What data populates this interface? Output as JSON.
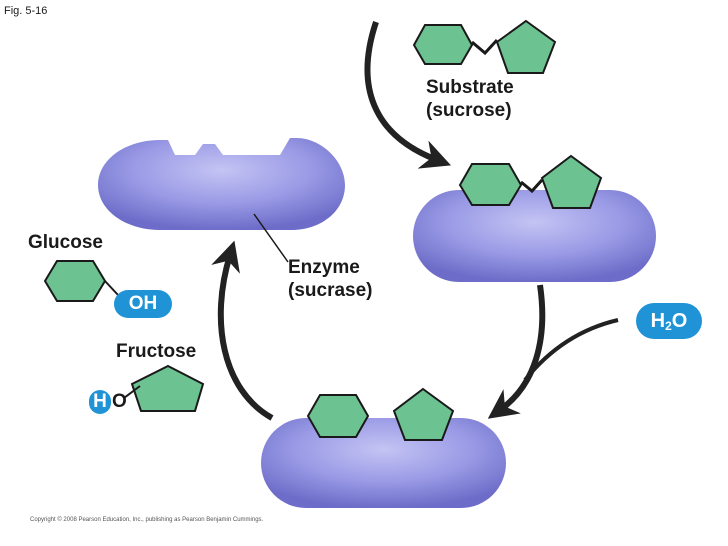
{
  "figure_label": "Fig. 5-16",
  "substrate": {
    "line1": "Substrate",
    "line2": "(sucrose)"
  },
  "enzyme": {
    "line1": "Enzyme",
    "line2": "(sucrase)"
  },
  "glucose_label": "Glucose",
  "fructose_label": "Fructose",
  "oh_label": "OH",
  "water": {
    "h": "H",
    "sub": "2",
    "o": "O"
  },
  "ho_h": "H",
  "ho_o": "O",
  "copyright": "Copyright © 2008 Pearson Education, Inc., publishing as Pearson Benjamin Cummings.",
  "colors": {
    "enzyme_fill": "#8e8ee0",
    "enzyme_shadow": "#6f6fc8",
    "molecule_fill": "#6cc391",
    "molecule_stroke": "#1a1a1a",
    "label_pill": "#1f93d6",
    "arrow": "#222222"
  }
}
